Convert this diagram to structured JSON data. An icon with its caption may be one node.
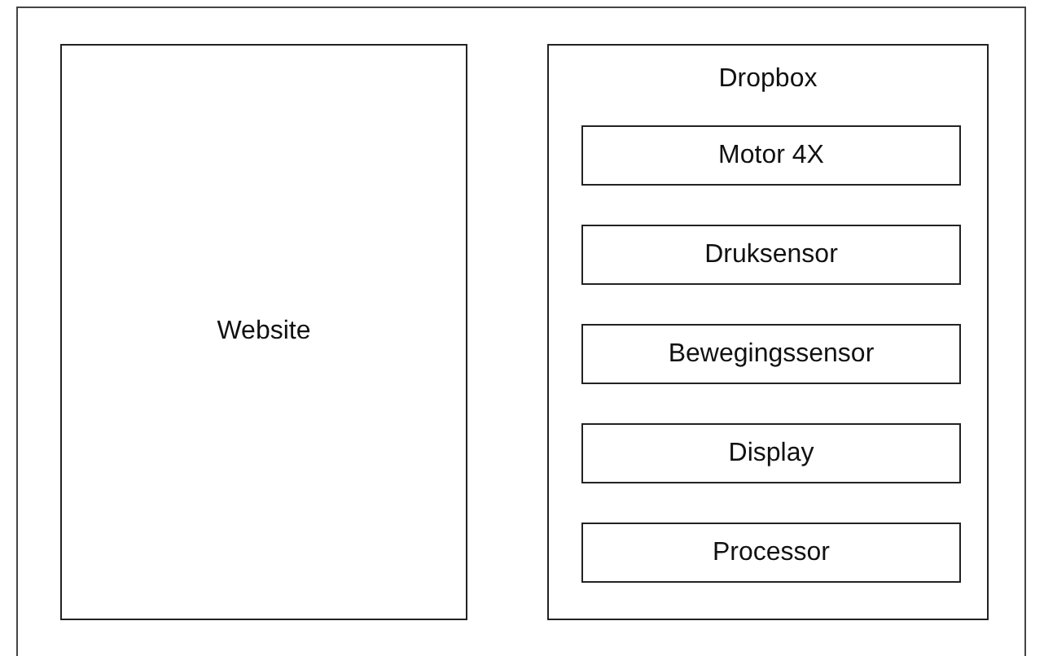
{
  "diagram": {
    "nodes": [
      {
        "text": [
          "Website"
        ]
      },
      {
        "text": [
          "Dropbox"
        ]
      },
      {
        "text": [
          "Motor 4X"
        ],
        "in": 1
      },
      {
        "text": [
          "Druksensor"
        ],
        "in": 1
      },
      {
        "text": [
          "Bewegingssensor"
        ],
        "in": 1
      },
      {
        "text": [
          "Display"
        ],
        "in": 1
      },
      {
        "text": [
          "Processor"
        ],
        "in": 1
      }
    ]
  }
}
